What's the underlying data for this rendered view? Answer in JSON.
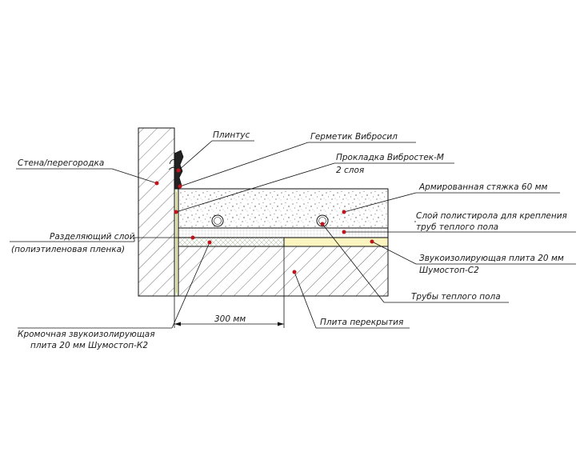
{
  "labels": {
    "wall": "Стена/перегородка",
    "plinth": "Плинтус",
    "sealant": "Герметик Вибросил",
    "gasket_line1": "Прокладка Виброcтек-М",
    "gasket_line2": "2 слоя",
    "screed": "Армированная стяжка 60 мм",
    "polystyrene_line1": "Слой полистирола для крепления",
    "polystyrene_line2": "труб теплого пола",
    "separating_line1": "Разделяющий слой",
    "separating_line2": "(полиэтиленовая пленка)",
    "acoustic_line1": "Звукоизолирующая плита 20 мм",
    "acoustic_line2": "Шумостоп-С2",
    "pipes": "Трубы теплого пола",
    "slab": "Плита перекрытия",
    "edge_line1": "Кромочная звукоизолирующая",
    "edge_line2": "плита 20 мм Шумостоп-К2",
    "dimension": "300 мм"
  },
  "colors": {
    "marker": "#c0141c",
    "yellow_board": "#fdf5bf",
    "green_board": "#e6f2cf",
    "line": "#111111"
  }
}
